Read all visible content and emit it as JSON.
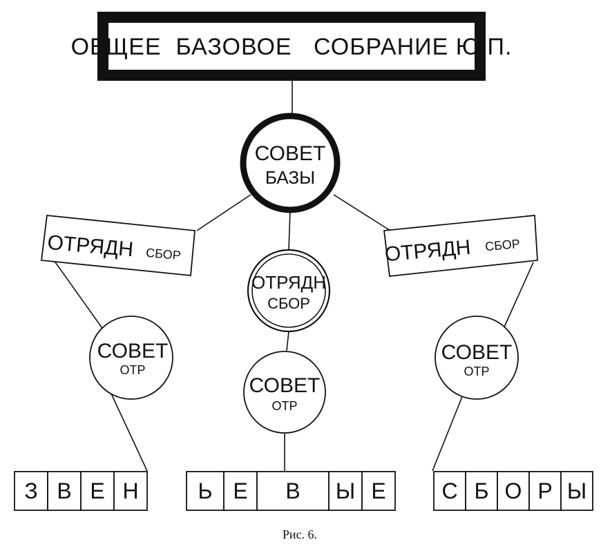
{
  "top_box": "ОБЩЕЕ  БАЗОВОЕ   СОБРАНИЕ Ю.П.",
  "base_council": {
    "line1": "СОВЕТ",
    "line2": "БАЗЫ"
  },
  "left_sbor": {
    "main": "ОТРЯДН",
    "small": "СБОР"
  },
  "right_sbor": {
    "main": "ОТРЯДН",
    "small": "СБОР"
  },
  "center_sbor": {
    "line1": "ОТРЯДН",
    "line2": "СБОР"
  },
  "left_council": {
    "line1": "СОВЕТ",
    "line2": "ОТР"
  },
  "center_council": {
    "line1": "СОВЕТ",
    "line2": "ОТР"
  },
  "right_council": {
    "line1": "СОВЕТ",
    "line2": "ОТР"
  },
  "row_left": [
    "З",
    "В",
    "Е",
    "Н"
  ],
  "row_center": [
    "Ь",
    "Е",
    "В",
    "Ы",
    "Е"
  ],
  "row_right": [
    "С",
    "Б",
    "О",
    "Р",
    "Ы"
  ],
  "caption": "Рис. 6."
}
